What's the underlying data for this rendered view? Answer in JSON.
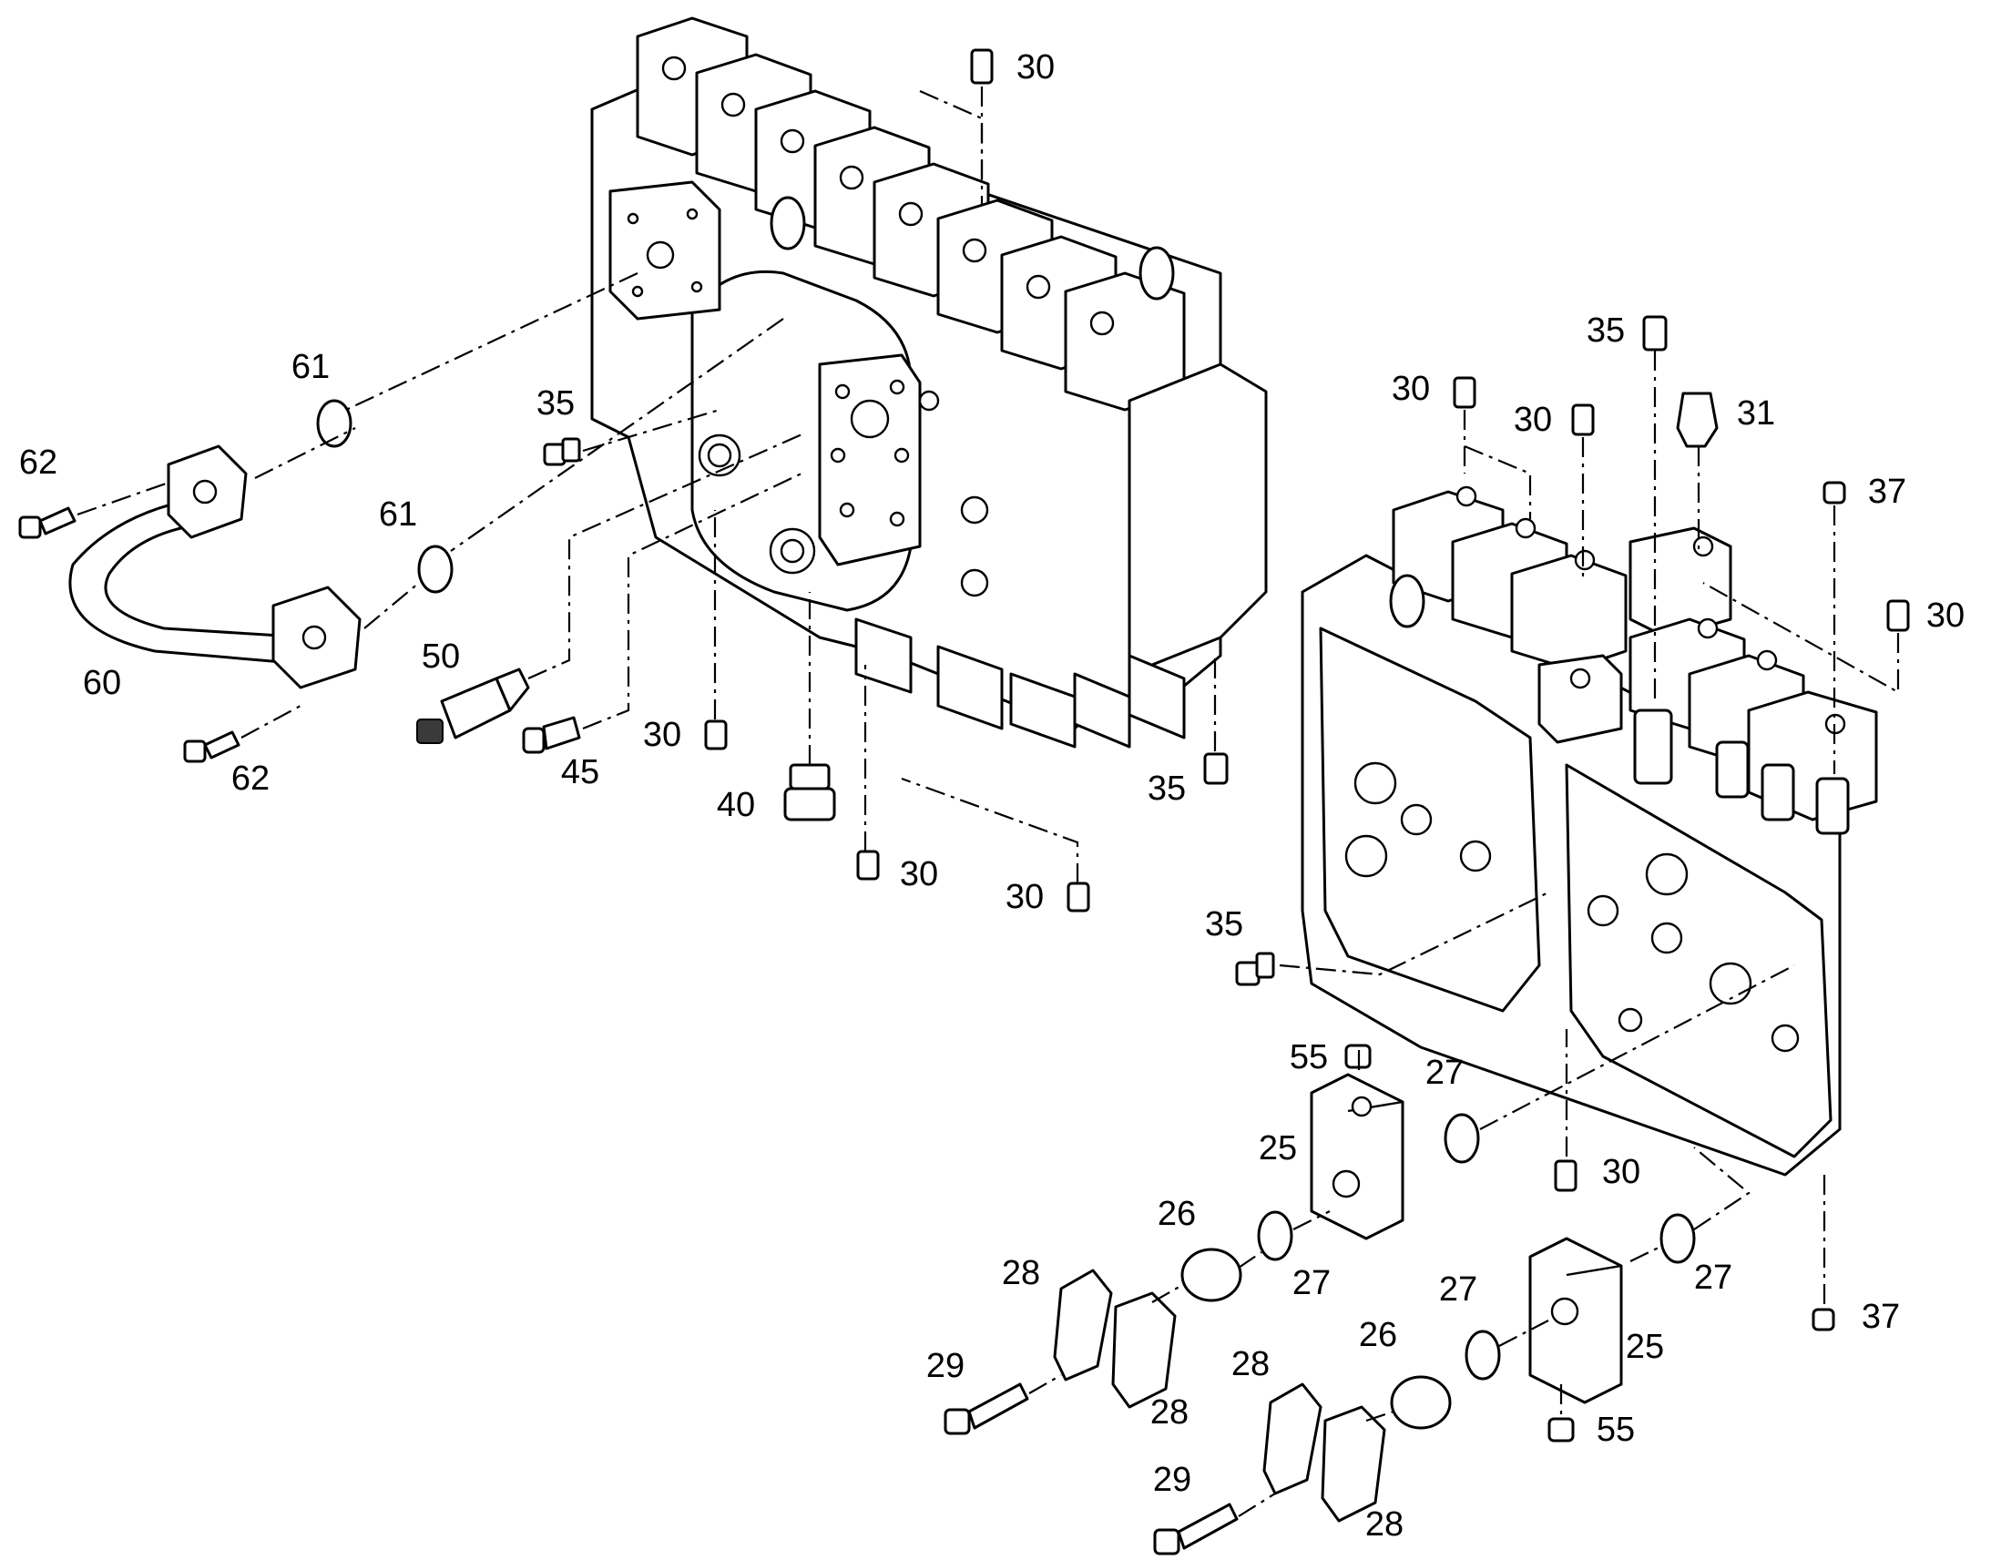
{
  "diagram": {
    "callouts": [
      {
        "id": "c30a",
        "text": "30"
      },
      {
        "id": "c61a",
        "text": "61"
      },
      {
        "id": "c62a",
        "text": "62"
      },
      {
        "id": "c35a",
        "text": "35"
      },
      {
        "id": "c61b",
        "text": "61"
      },
      {
        "id": "c60",
        "text": "60"
      },
      {
        "id": "c50",
        "text": "50"
      },
      {
        "id": "c62b",
        "text": "62"
      },
      {
        "id": "c30b",
        "text": "30"
      },
      {
        "id": "c45",
        "text": "45"
      },
      {
        "id": "c40",
        "text": "40"
      },
      {
        "id": "c30c",
        "text": "30"
      },
      {
        "id": "c30d",
        "text": "30"
      },
      {
        "id": "c35b",
        "text": "35"
      },
      {
        "id": "c35c",
        "text": "35"
      },
      {
        "id": "c30e",
        "text": "30"
      },
      {
        "id": "c30f",
        "text": "30"
      },
      {
        "id": "c31",
        "text": "31"
      },
      {
        "id": "c37a",
        "text": "37"
      },
      {
        "id": "c30g",
        "text": "30"
      },
      {
        "id": "c35d",
        "text": "35"
      },
      {
        "id": "c55a",
        "text": "55"
      },
      {
        "id": "c27a",
        "text": "27"
      },
      {
        "id": "c25a",
        "text": "25"
      },
      {
        "id": "c30h",
        "text": "30"
      },
      {
        "id": "c26a",
        "text": "26"
      },
      {
        "id": "c27b",
        "text": "27"
      },
      {
        "id": "c28a",
        "text": "28"
      },
      {
        "id": "c27c",
        "text": "27"
      },
      {
        "id": "c27d",
        "text": "27"
      },
      {
        "id": "c37b",
        "text": "37"
      },
      {
        "id": "c29a",
        "text": "29"
      },
      {
        "id": "c28b",
        "text": "28"
      },
      {
        "id": "c26b",
        "text": "26"
      },
      {
        "id": "c28c",
        "text": "28"
      },
      {
        "id": "c25b",
        "text": "25"
      },
      {
        "id": "c55b",
        "text": "55"
      },
      {
        "id": "c29b",
        "text": "29"
      },
      {
        "id": "c28d",
        "text": "28"
      }
    ]
  },
  "colors": {
    "line": "#000000",
    "background": "#ffffff",
    "shade": "#3a3a3a"
  }
}
